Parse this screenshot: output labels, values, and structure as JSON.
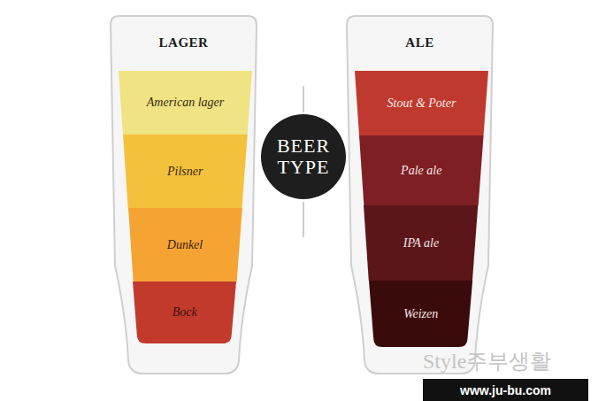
{
  "diagram": {
    "nodes": [
      {
        "text": [
          "LAGER"
        ]
      },
      {
        "text": [
          "American lager"
        ],
        "in": 0
      },
      {
        "text": [
          "Pilsner"
        ],
        "in": 0
      },
      {
        "text": [
          "Dunkel"
        ],
        "in": 0
      },
      {
        "text": [
          "Bock"
        ],
        "in": 0
      },
      {
        "text": [
          "BEER TYPE"
        ]
      },
      {
        "text": [
          "ALE"
        ]
      },
      {
        "text": [
          "Stout & Poter"
        ],
        "in": 6
      },
      {
        "text": [
          "Pale ale"
        ],
        "in": 6
      },
      {
        "text": [
          "IPA ale"
        ],
        "in": 6
      },
      {
        "text": [
          "Weizen"
        ],
        "in": 6
      },
      {
        "text": [
          "www.ju-bu.com"
        ]
      }
    ],
    "labels": [
      "Style주부생활"
    ]
  }
}
